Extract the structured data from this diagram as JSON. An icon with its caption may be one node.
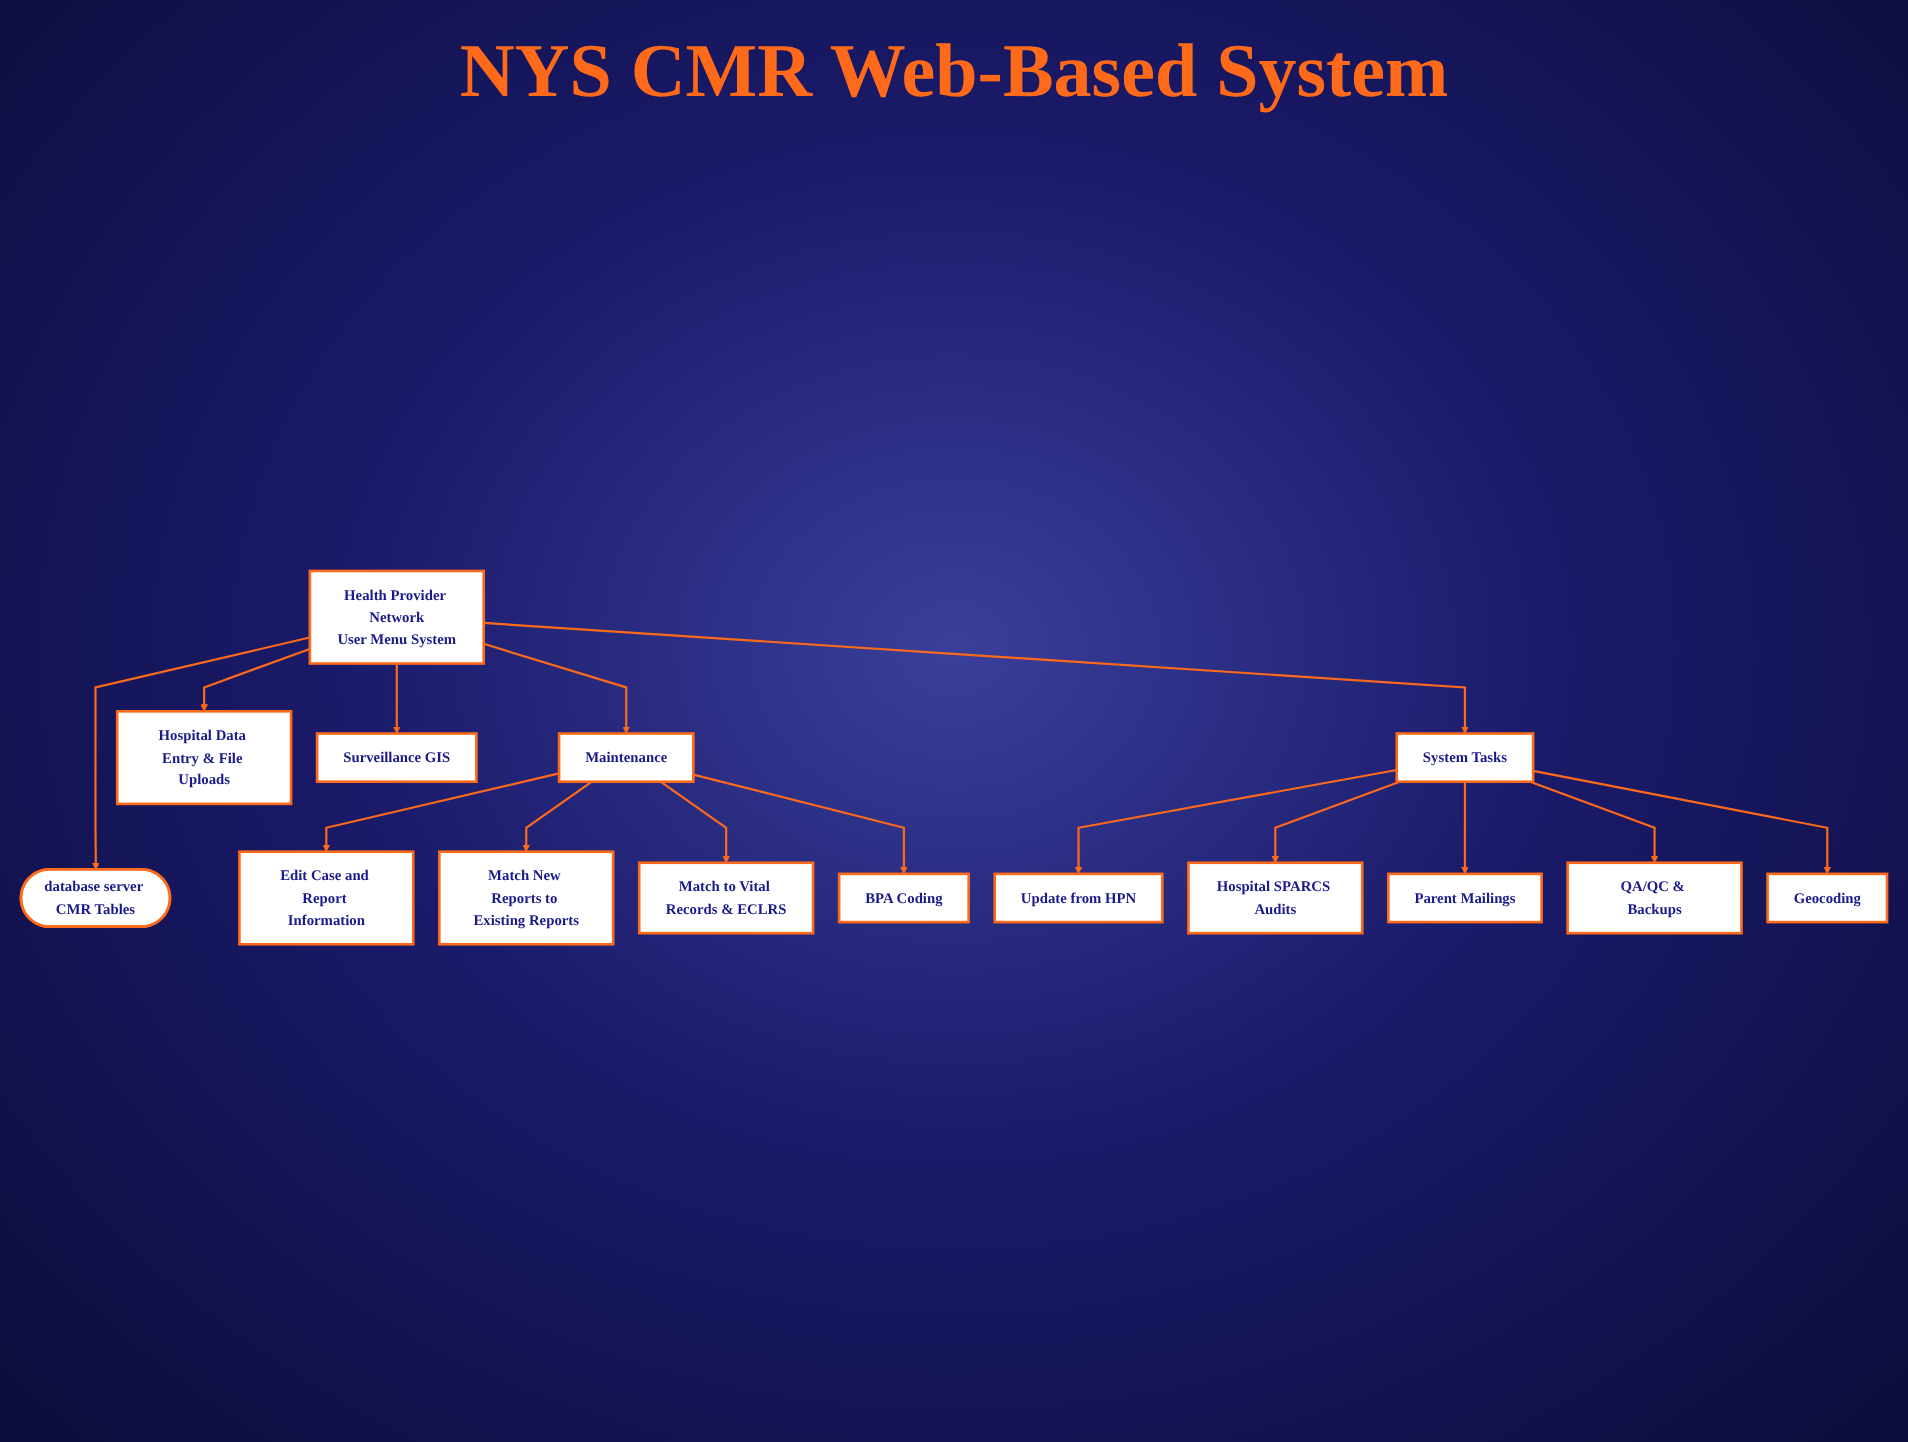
{
  "diagram": {
    "title": "NYS CMR Web-Based System",
    "nodes": [
      {
        "text": [
          "Health Provider Network",
          "User Menu System"
        ]
      },
      {
        "text": [
          "database server CMR Tables"
        ]
      },
      {
        "text": [
          "Maintenance"
        ]
      },
      {
        "text": [
          "Hospital Data Entry & File Uploads"
        ]
      },
      {
        "text": [
          "Surveillance GIS"
        ]
      },
      {
        "text": [
          "System Tasks"
        ]
      },
      {
        "text": [
          "Edit Case and Report Information"
        ]
      },
      {
        "text": [
          "Match New Reports to Existing Reports"
        ]
      },
      {
        "text": [
          "Match to Vital Records & ECLRS"
        ]
      },
      {
        "text": [
          "BPA Coding"
        ]
      },
      {
        "text": [
          "Update from HPN"
        ]
      },
      {
        "text": [
          "Hospital SPARCS Audits"
        ]
      },
      {
        "text": [
          "Parent Mailings"
        ]
      },
      {
        "text": [
          "QA/QC & Backups"
        ]
      },
      {
        "text": [
          "Geocoding"
        ]
      }
    ],
    "edges": [
      {
        "from": 0,
        "to": 1,
        "arrow": "to"
      },
      {
        "from": 0,
        "to": 2,
        "arrow": "to"
      },
      {
        "from": 0,
        "to": 3,
        "arrow": "to"
      },
      {
        "from": 0,
        "to": 4,
        "arrow": "to"
      },
      {
        "from": 0,
        "to": 5,
        "arrow": "to"
      },
      {
        "from": 2,
        "to": 6,
        "arrow": "to"
      },
      {
        "from": 2,
        "to": 7,
        "arrow": "to"
      },
      {
        "from": 2,
        "to": 8,
        "arrow": "to"
      },
      {
        "from": 2,
        "to": 9,
        "arrow": "to"
      },
      {
        "from": 5,
        "to": 10,
        "arrow": "to"
      },
      {
        "from": 5,
        "to": 11,
        "arrow": "to"
      },
      {
        "from": 5,
        "to": 12,
        "arrow": "to"
      },
      {
        "from": 5,
        "to": 13,
        "arrow": "to"
      },
      {
        "from": 5,
        "to": 14,
        "arrow": "to"
      }
    ]
  }
}
